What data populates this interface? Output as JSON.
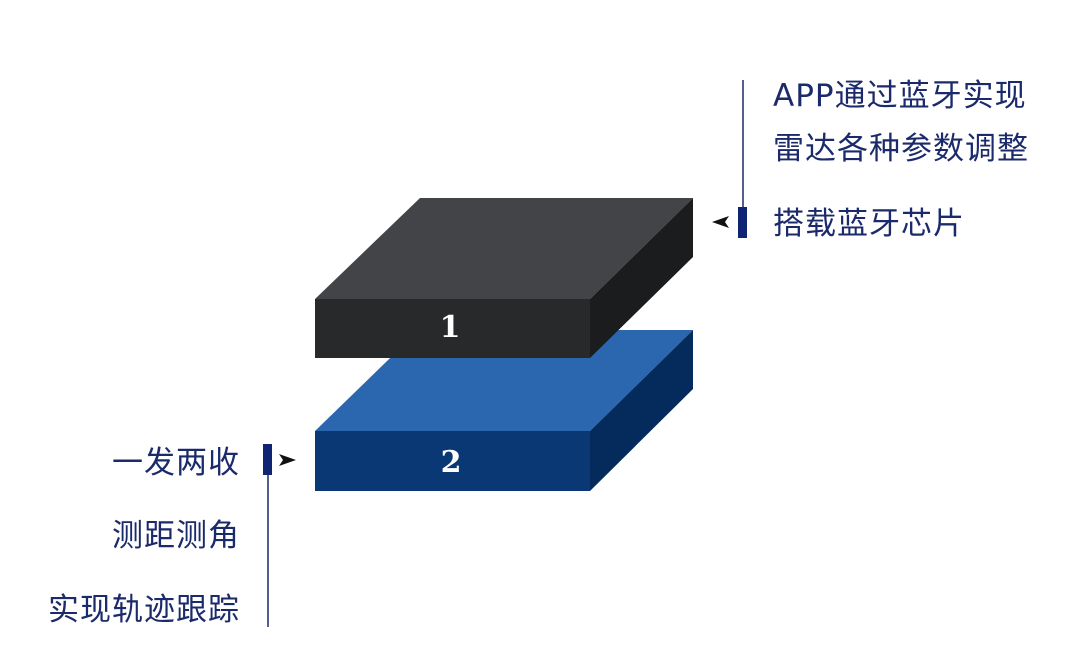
{
  "colors": {
    "layer1_top": "#434447",
    "layer1_front": "#28292b",
    "layer1_side": "#1b1c1e",
    "layer2_top": "#2a67ae",
    "layer2_front": "#0a3874",
    "layer2_side": "#052a5c",
    "text_navy": "#1b2a6b",
    "marker": "#0f2574",
    "connector_line": "#1b2a6b"
  },
  "layers": [
    {
      "id": "1",
      "label": "1"
    },
    {
      "id": "2",
      "label": "2"
    }
  ],
  "right_annotation": {
    "lines": [
      "APP通过蓝牙实现",
      "雷达各种参数调整",
      "搭载蓝牙芯片"
    ]
  },
  "left_annotation": {
    "lines": [
      "一发两收",
      "测距测角",
      "实现轨迹跟踪"
    ]
  }
}
